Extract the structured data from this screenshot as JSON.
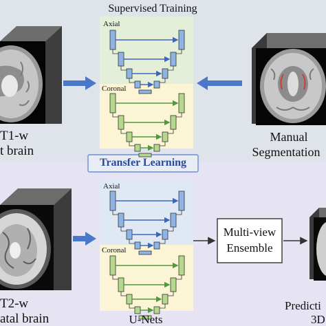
{
  "top": {
    "title": "Supervised Training",
    "axial_label": "Axial",
    "coronal_label": "Coronal",
    "left_caption_line1": "T1-w",
    "left_caption_line2": "t brain",
    "right_caption_line1": "Manual",
    "right_caption_line2": "Segmentation"
  },
  "transfer": {
    "label": "Transfer Learning"
  },
  "bottom": {
    "axial_label": "Axial",
    "coronal_label": "Coronal",
    "unets_label": "U-Nets",
    "ensemble_line1": "Multi-view",
    "ensemble_line2": "Ensemble",
    "left_caption_line1": "T2-w",
    "left_caption_line2": "atal brain",
    "right_caption_line1": "Predicti",
    "right_caption_line2": "3D"
  },
  "colors": {
    "top_background": "#dfe3ea",
    "bottom_background": "#e6e3f3",
    "axial_box": "#e4efd9",
    "coronal_box": "#fbf4d5",
    "axial_box_bottom": "#dfe9f3",
    "coronal_box_bottom": "#fbf4d5",
    "unet_axial_blocks": "#8fb4e3",
    "unet_coronal_blocks": "#b5d88e",
    "axial_arrow": "#3b66c4",
    "coronal_arrow": "#4e9a3c",
    "big_arrow": "#4a78c8",
    "transfer_text": "#2b4a9a"
  },
  "icons": {
    "brain_image": "brain-mri-icon",
    "arrow": "arrow-right-icon"
  }
}
